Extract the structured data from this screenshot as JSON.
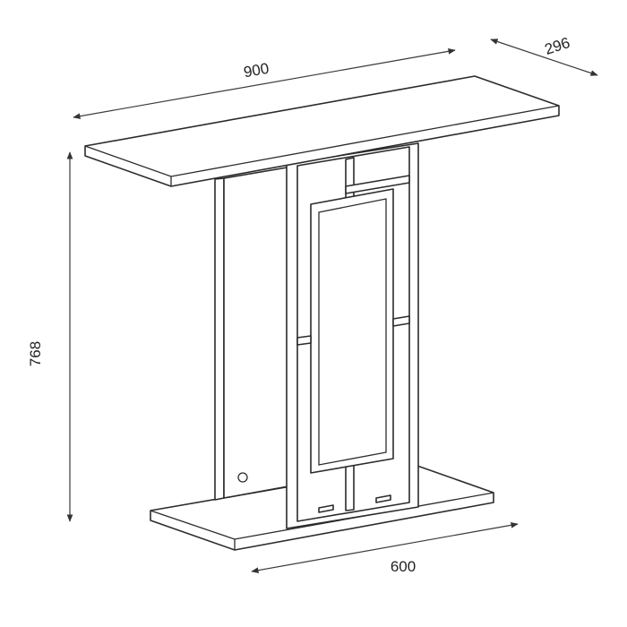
{
  "dimensions": {
    "width": "900",
    "depth": "296",
    "height": "768",
    "base_width": "600"
  },
  "colors": {
    "line": "#2b2b2b",
    "fill": "#ffffff",
    "text": "#222222"
  }
}
